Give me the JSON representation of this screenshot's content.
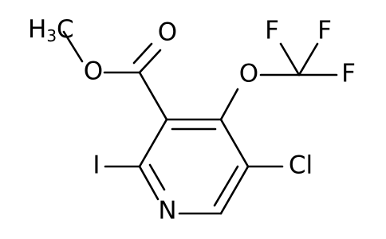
{
  "molecule": {
    "atoms": {
      "methyl": {
        "main": "H",
        "sub": "3",
        "tail": "C"
      },
      "ester_o_single": "O",
      "ester_o_double": "O",
      "ether_o": "O",
      "f1": "F",
      "f2": "F",
      "f3": "F",
      "iodine": "I",
      "chlorine": "Cl",
      "nitrogen": "N"
    }
  }
}
